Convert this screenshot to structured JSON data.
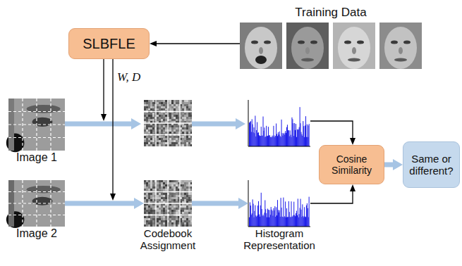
{
  "diagram": {
    "nodes": [
      {
        "text": [
          "Training Data"
        ]
      },
      {
        "text": [
          "SLBFLE"
        ]
      },
      {
        "text": [
          "Image 1"
        ]
      },
      {
        "text": [
          "Image 2"
        ]
      },
      {
        "text": [
          "Codebook Assignment"
        ]
      },
      {
        "text": [
          "Histogram Representation"
        ]
      },
      {
        "text": [
          "Cosine Similarity"
        ]
      },
      {
        "text": [
          "Same or different?"
        ]
      }
    ],
    "edges": [
      {
        "from": 0,
        "to": 1,
        "arrow": "to"
      },
      {
        "from": 3,
        "to": 4,
        "arrow": "to"
      },
      {
        "from": 4,
        "to": 5,
        "arrow": "to"
      },
      {
        "from": 5,
        "to": 6,
        "arrow": "to"
      },
      {
        "from": 6,
        "to": 7,
        "arrow": "to"
      }
    ],
    "labels": [
      "W, D"
    ]
  }
}
